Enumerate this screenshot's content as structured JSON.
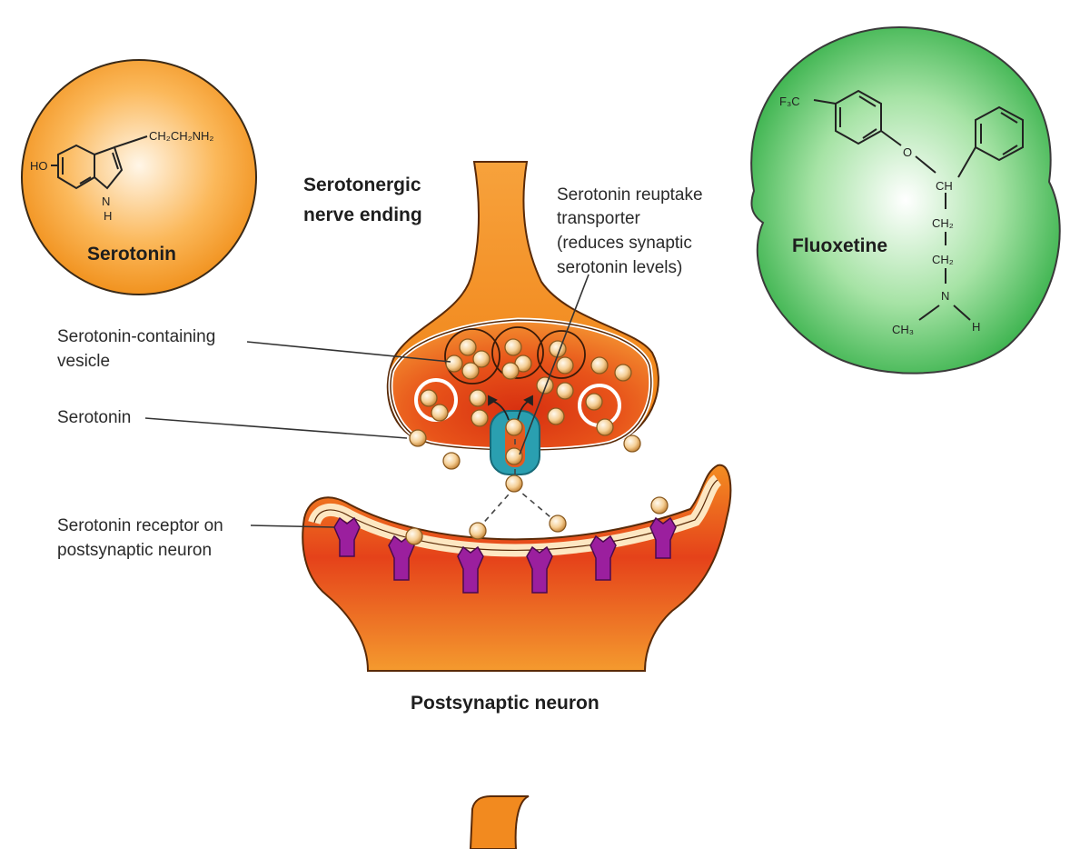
{
  "colors": {
    "neuron_orange": "#f08a1c",
    "neuron_red": "#e0401a",
    "membrane_cream": "#fde7c2",
    "vesicle_ball": "#f3c98d",
    "receptor_purple": "#9b1f9e",
    "transporter_teal": "#2a9fb0",
    "serotonin_bubble": "#f5941f",
    "fluoxetine_bubble": "#3dbb4e"
  },
  "labels": {
    "nerve_ending": [
      "Serotonergic",
      "nerve ending"
    ],
    "reuptake": [
      "Serotonin reuptake",
      "transporter",
      "(reduces synaptic",
      "serotonin levels)"
    ],
    "vesicle": [
      "Serotonin-containing",
      "vesicle"
    ],
    "serotonin": "Serotonin",
    "receptor": [
      "Serotonin receptor on",
      "postsynaptic neuron"
    ],
    "postsynaptic": "Postsynaptic neuron"
  },
  "serotonin_molecule": {
    "name": "Serotonin",
    "ho": "HO",
    "side_chain": "CH₂CH₂NH₂",
    "n": "N",
    "h": "H"
  },
  "fluoxetine_molecule": {
    "name": "Fluoxetine",
    "cf3": "F₃C",
    "o": "O",
    "ch": "CH",
    "ch2_a": "CH₂",
    "ch2_b": "CH₂",
    "n": "N",
    "ch3": "CH₃",
    "h": "H"
  }
}
